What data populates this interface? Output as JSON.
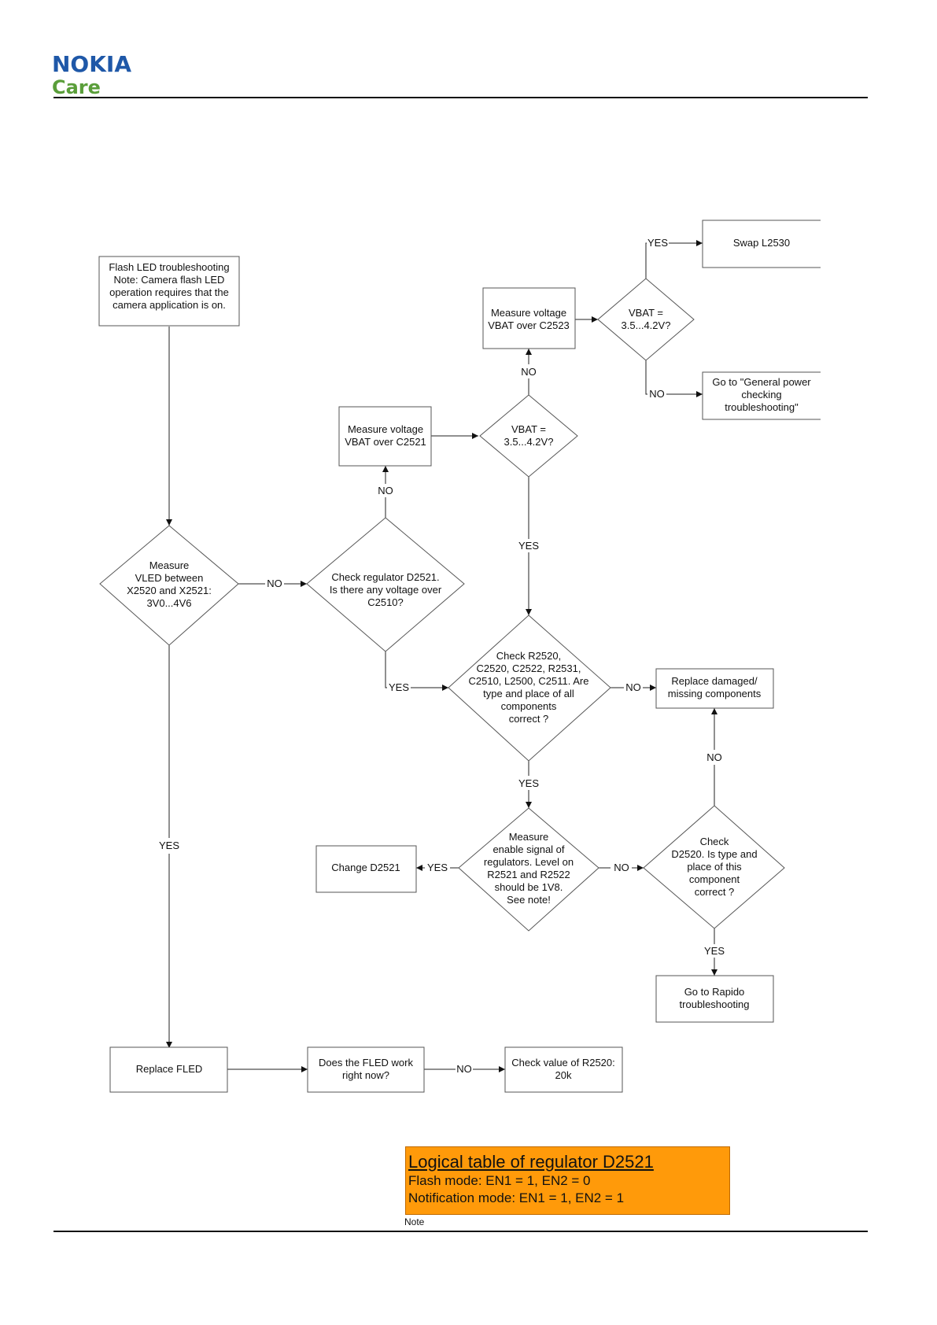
{
  "header": {
    "brand": "NOKIA",
    "subbrand": "Care"
  },
  "flowchart": {
    "nodes": {
      "start": [
        "Flash LED troubleshooting",
        "Note: Camera flash LED",
        "operation requires that the",
        "camera application is on."
      ],
      "measure_vled": [
        "Measure",
        "VLED between",
        "X2520 and X2521:",
        "3V0...4V6"
      ],
      "check_regulator": [
        "Check regulator D2521.",
        "Is there any voltage over",
        "C2510?"
      ],
      "measure_c2521": [
        "Measure voltage",
        "VBAT over C2521"
      ],
      "vbat_check_1": [
        "VBAT =",
        "3.5...4.2V?"
      ],
      "measure_c2523": [
        "Measure voltage",
        "VBAT over C2523"
      ],
      "vbat_check_2": [
        "VBAT =",
        "3.5...4.2V?"
      ],
      "swap_l2530": [
        "Swap L2530"
      ],
      "general_power": [
        "Go to \"General power",
        "checking",
        "troubleshooting\""
      ],
      "check_components": [
        "Check R2520,",
        "C2520, C2522, R2531,",
        "C2510, L2500, C2511. Are",
        "type and place of all",
        "components",
        "correct ?"
      ],
      "replace_damaged": [
        "Replace damaged/",
        "missing components"
      ],
      "measure_enable": [
        "Measure",
        "enable signal of",
        "regulators. Level on",
        "R2521 and R2522",
        "should be 1V8.",
        "See note!"
      ],
      "change_d2521": [
        "Change D2521"
      ],
      "check_d2520": [
        "Check",
        "D2520. Is type and",
        "place of this",
        "component",
        "correct ?"
      ],
      "rapido": [
        "Go to Rapido",
        "troubleshooting"
      ],
      "replace_fled": [
        "Replace FLED"
      ],
      "fled_work": [
        "Does the FLED work",
        "right now?"
      ],
      "check_r2520": [
        "Check value of R2520:",
        "20k"
      ]
    },
    "edge_labels": {
      "vled_no": "NO",
      "vled_yes": "YES",
      "regulator_no": "NO",
      "regulator_yes": "YES",
      "vbat1_no": "NO",
      "vbat1_yes": "YES",
      "vbat2_yes": "YES",
      "vbat2_no": "NO",
      "components_no": "NO",
      "components_yes": "YES",
      "enable_yes": "YES",
      "enable_no": "NO",
      "d2520_no": "NO",
      "d2520_yes": "YES",
      "fled_no": "NO"
    }
  },
  "legend": {
    "title": "Logical table of regulator D2521",
    "lines": [
      "Flash mode: EN1 = 1, EN2 = 0",
      "Notification mode: EN1 = 1, EN2 = 1"
    ],
    "caption": "Note",
    "color": "#ff9a0a"
  },
  "colors": {
    "brand_blue": "#1f58a8",
    "brand_green": "#5a9e3a"
  }
}
